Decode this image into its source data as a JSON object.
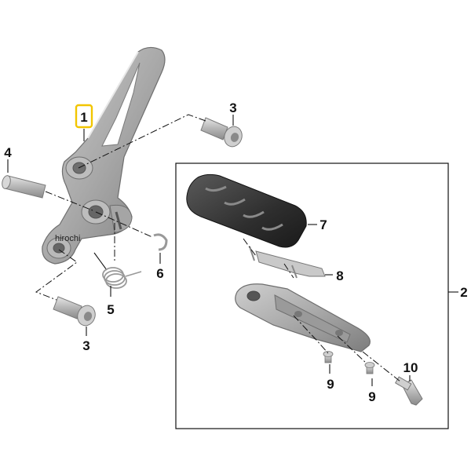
{
  "watermark": "hirochi",
  "highlight_color": "#f2c500",
  "callouts": {
    "c1": "1",
    "c2": "2",
    "c3_top": "3",
    "c3_bottom": "3",
    "c4": "4",
    "c5": "5",
    "c6": "6",
    "c7": "7",
    "c8": "8",
    "c9_left": "9",
    "c9_right": "9",
    "c10": "10"
  }
}
